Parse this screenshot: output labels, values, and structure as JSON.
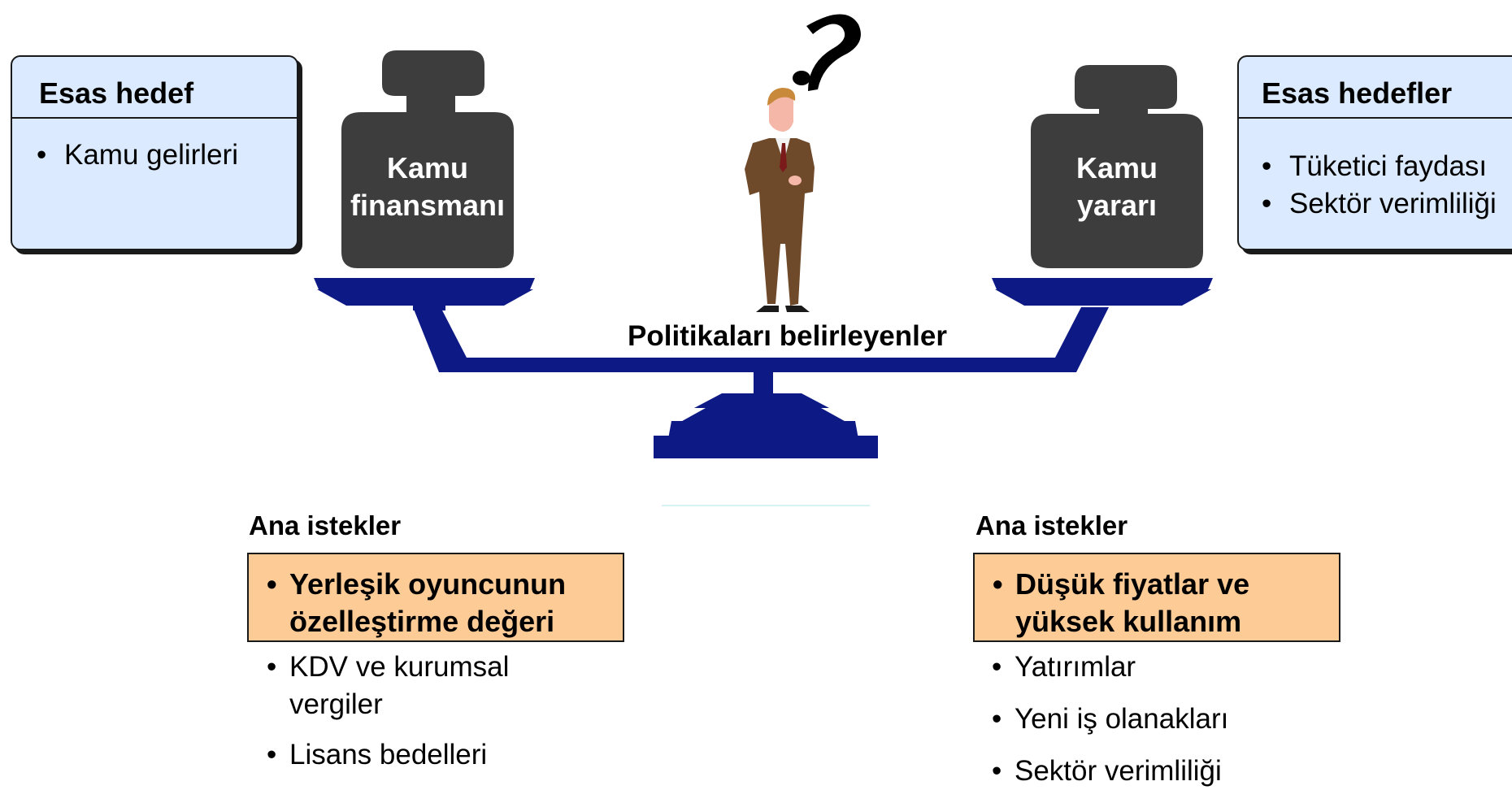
{
  "left_box": {
    "title": "Esas hedef",
    "items": [
      "Kamu gelirleri"
    ]
  },
  "right_box": {
    "title": "Esas hedefler",
    "items": [
      "Tüketici faydası",
      "Sektör verimliliği"
    ]
  },
  "weights": {
    "left": {
      "line1": "Kamu",
      "line2": "finansmanı"
    },
    "right": {
      "line1": "Kamu",
      "line2": "yararı"
    }
  },
  "question_mark": "?",
  "center_label": "Politikaları belirleyenler",
  "left_requests": {
    "heading": "Ana istekler",
    "highlight": [
      "Yerleşik oyuncunun",
      "özelleştirme değeri"
    ],
    "items": [
      [
        "KDV ve kurumsal",
        "vergiler"
      ],
      [
        "Lisans bedelleri"
      ]
    ]
  },
  "right_requests": {
    "heading": "Ana istekler",
    "highlight": [
      "Düşük fiyatlar ve",
      "yüksek kullanım"
    ],
    "items": [
      [
        "Yatırımlar"
      ],
      [
        "Yeni iş olanakları"
      ],
      [
        "Sektör verimliliği"
      ]
    ]
  },
  "colors": {
    "box_fill": "#dbeafe",
    "highlight_fill": "#fccb96",
    "scale": "#0d1a86",
    "weight": "#3d3d3d"
  }
}
